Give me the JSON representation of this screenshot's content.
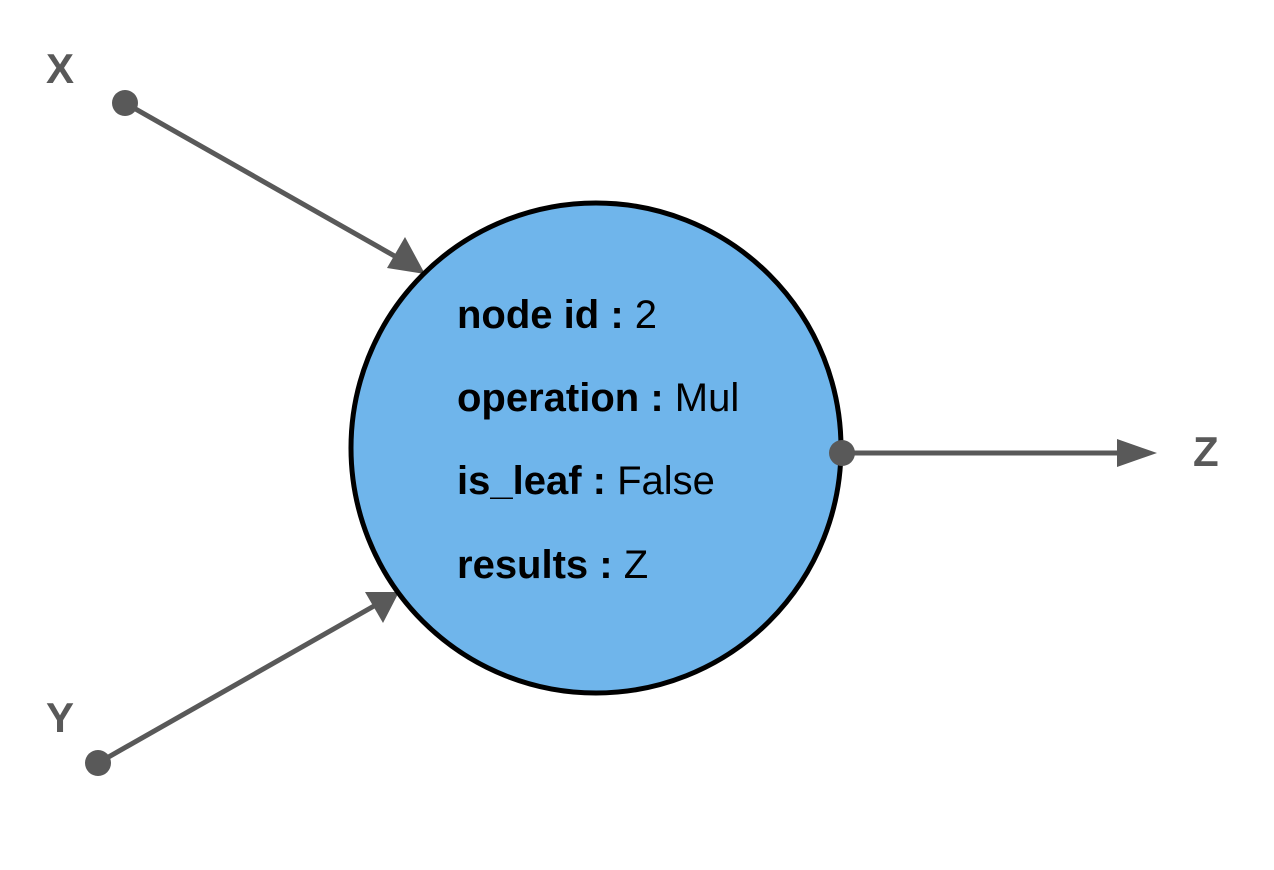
{
  "inputs": {
    "x_label": "X",
    "y_label": "Y"
  },
  "output": {
    "z_label": "Z"
  },
  "node": {
    "properties": [
      {
        "key": "node id : ",
        "value": "2"
      },
      {
        "key": "operation : ",
        "value": "Mul"
      },
      {
        "key": "is_leaf : ",
        "value": "False"
      },
      {
        "key": "results : ",
        "value": "Z"
      }
    ]
  },
  "colors": {
    "node_fill": "#6fb5eb",
    "node_stroke": "#000000",
    "edge": "#595959"
  }
}
